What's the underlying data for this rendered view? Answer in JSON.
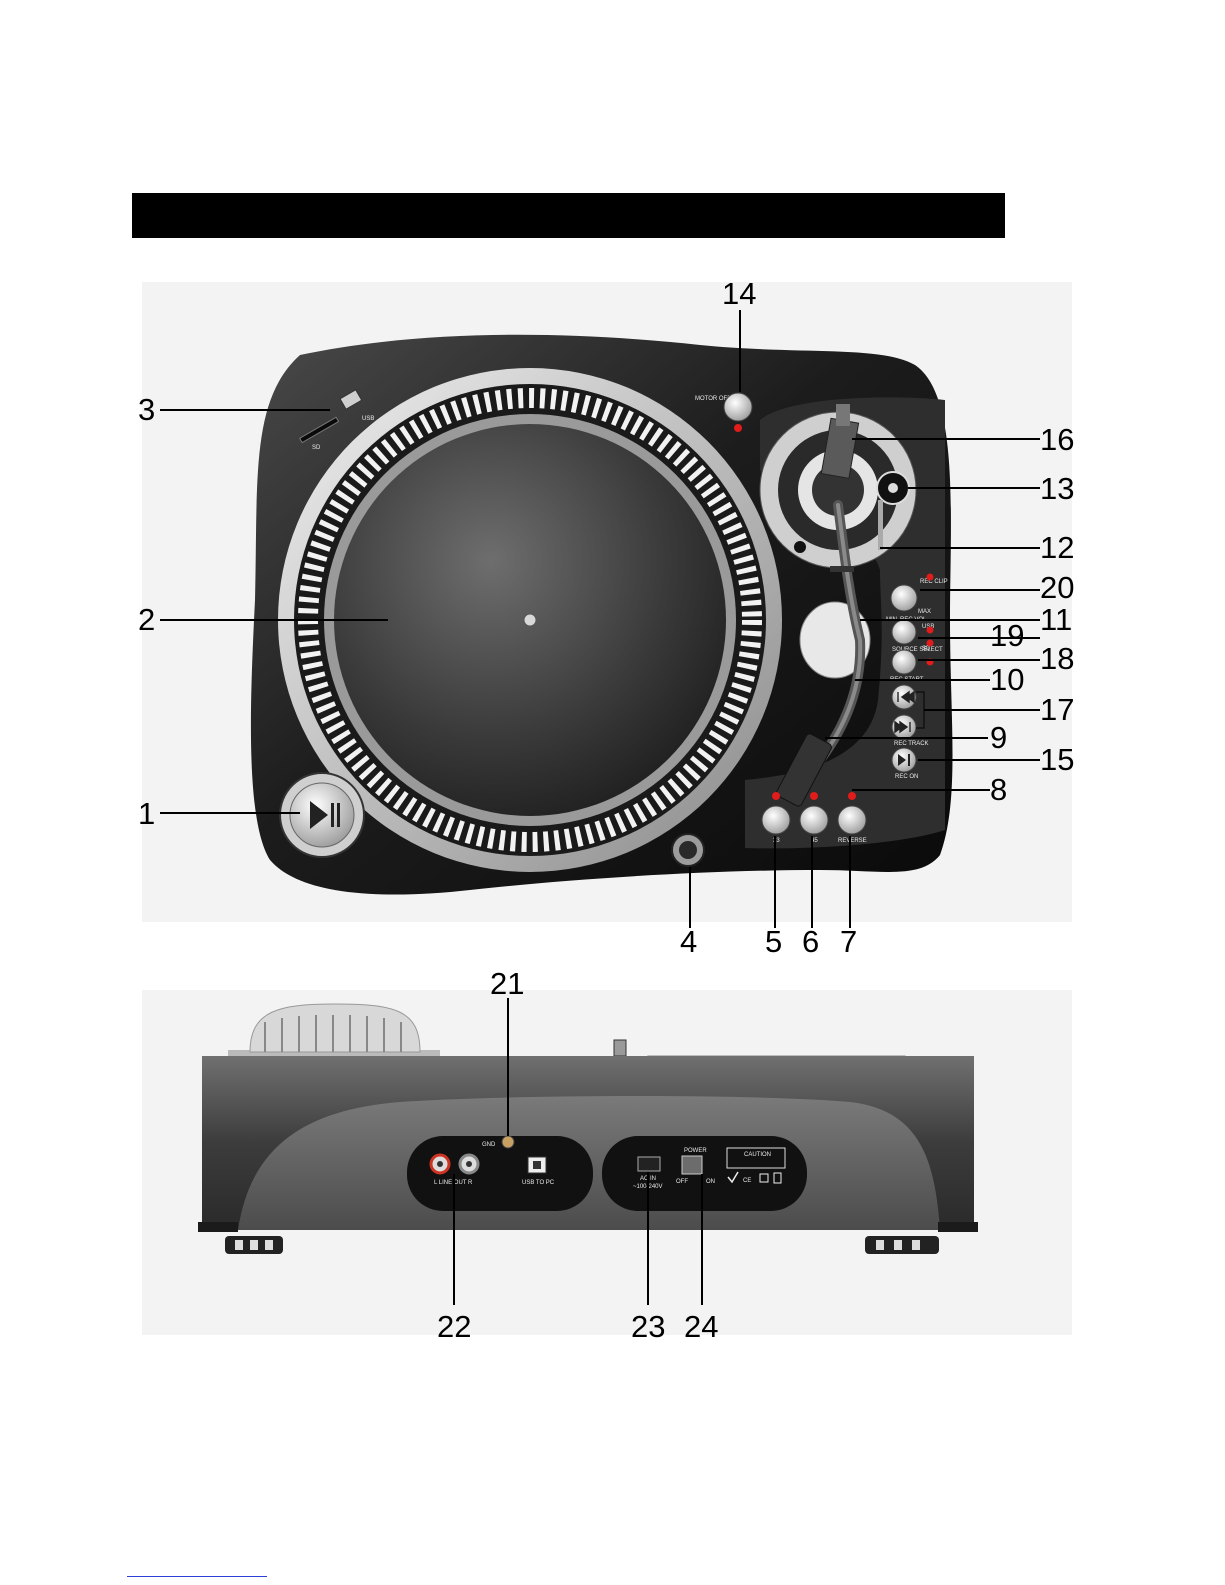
{
  "header": {
    "bar_color": "#000000"
  },
  "top_view": {
    "panel_labels": {
      "motor_off": "MOTOR OFF",
      "sd": "SD",
      "usb": "USB",
      "rec_clip": "REC CLIP",
      "rec_vol": "REC VOL",
      "min": "MIN",
      "max": "MAX",
      "usb_led": "USB",
      "sd_led": "SD",
      "source_select": "SOURCE SELECT",
      "rec_start": "REC START",
      "rec_track": "REC TRACK",
      "rec_on": "REC ON",
      "speed_33": "33",
      "speed_45": "45",
      "reverse": "REVERSE"
    }
  },
  "rear_view": {
    "panel_labels": {
      "gnd": "GND",
      "line_out": "L  LINE OUT  R",
      "usb_to_pc": "USB TO PC",
      "power": "POWER",
      "off": "OFF",
      "on": "ON",
      "ac_in": "AC IN",
      "voltage": "~100-240V",
      "caution": "CAUTION",
      "ce": "CE"
    }
  },
  "callouts": {
    "c1": "1",
    "c2": "2",
    "c3": "3",
    "c4": "4",
    "c5": "5",
    "c6": "6",
    "c7": "7",
    "c8": "8",
    "c9": "9",
    "c10": "10",
    "c11": "11",
    "c12": "12",
    "c13": "13",
    "c14": "14",
    "c15": "15",
    "c16": "16",
    "c17": "17",
    "c18": "18",
    "c19": "19",
    "c20": "20",
    "c21": "21",
    "c22": "22",
    "c23": "23",
    "c24": "24"
  }
}
